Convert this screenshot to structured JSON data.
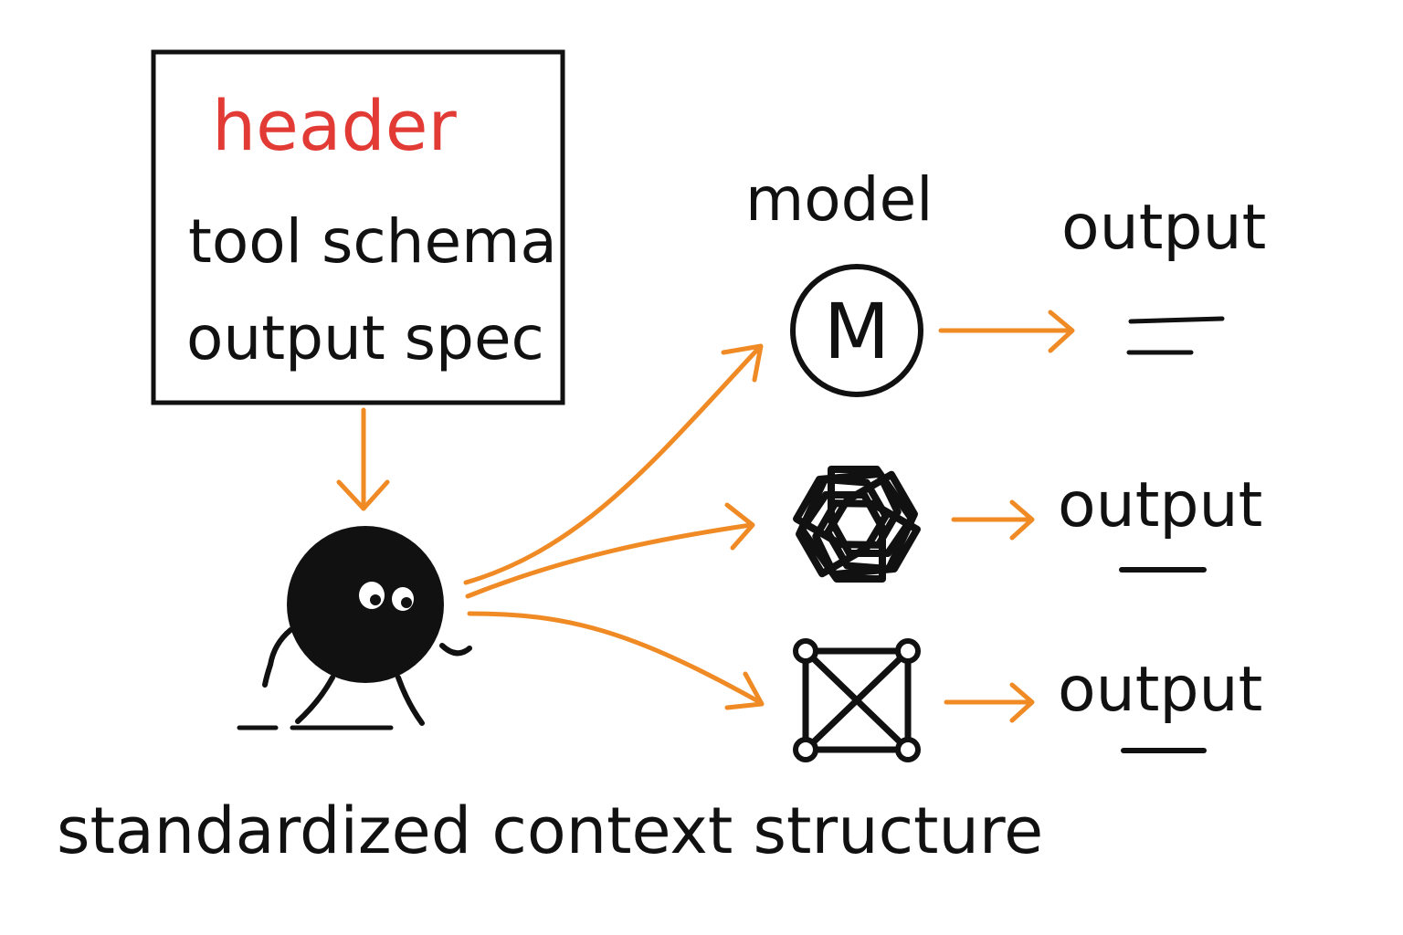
{
  "colors": {
    "ink": "#111111",
    "accent": "#f08a24",
    "header_red": "#e23b36",
    "background": "#ffffff"
  },
  "header_box": {
    "title": "header",
    "line1": "tool schema",
    "line2": "output spec"
  },
  "model_column": {
    "label": "model"
  },
  "models": [
    {
      "icon": "m-circle-icon",
      "letter": "M",
      "output_label": "output",
      "output_symbol": "double-line"
    },
    {
      "icon": "openai-knot-icon",
      "output_label": "output",
      "output_symbol": "underline"
    },
    {
      "icon": "network-square-icon",
      "output_label": "output",
      "output_symbol": "underline"
    }
  ],
  "caption": "standardized context structure",
  "character": {
    "icon": "blob-character-icon"
  }
}
